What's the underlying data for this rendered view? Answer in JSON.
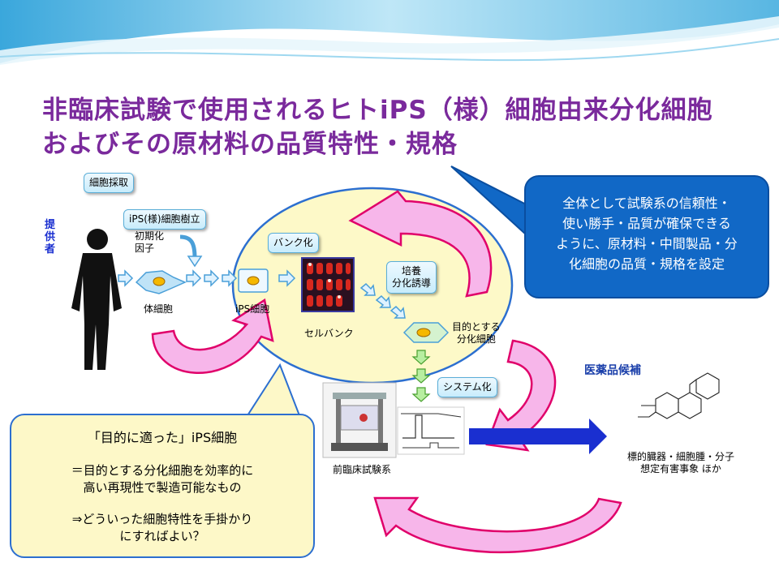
{
  "title": {
    "line1": "非臨床試験で使用されるヒトiPS（様）細胞由来分化細胞",
    "line2": "およびその原材料の品質特性・規格"
  },
  "diagram": {
    "donor_label": [
      "提",
      "供",
      "者"
    ],
    "tag_cell_collection": "細胞採取",
    "tag_ips_establish": "iPS(様)細胞樹立",
    "reprogramming_factor": [
      "初期化",
      "因子"
    ],
    "somatic_cell": "体細胞",
    "ips_cell": "iPS細胞",
    "tag_banking": "バンク化",
    "cell_bank": "セルバンク",
    "tag_culture": [
      "培養",
      "分化誘導"
    ],
    "target_cell": [
      "目的とする",
      "分化細胞"
    ],
    "tag_system": "システム化",
    "preclinical_system": "前臨床試験系",
    "drug_candidate": "医薬品候補",
    "target_info": [
      "標的臓器・細胞腫・分子",
      "想定有害事象 ほか"
    ]
  },
  "callout_blue": {
    "lines": [
      "全体として試験系の信頼性・",
      "使い勝手・品質が確保できる",
      "ように、原材料・中間製品・分",
      "化細胞の品質・規格を設定"
    ]
  },
  "callout_yellow": {
    "heading": "「目的に適った」iPS細胞",
    "body1": [
      "＝目的とする分化細胞を効率的に",
      "高い再現性で製造可能なもの"
    ],
    "body2": [
      "⇒どういった細胞特性を手掛かり",
      "にすればよい？"
    ]
  },
  "colors": {
    "title": "#7a2a9c",
    "ellipse_fill": "#fdf9c8",
    "ellipse_border": "#2c6fd0",
    "loop_arrow_fill": "#f7b6ea",
    "loop_arrow_border": "#e0006a",
    "callout_blue": "#1168c6",
    "callout_yellow": "#fdf8c8",
    "drug_label": "#1a3faa"
  }
}
